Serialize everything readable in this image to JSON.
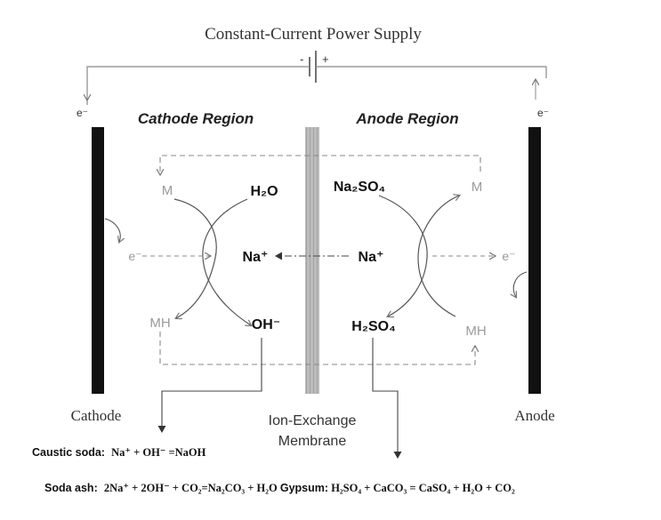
{
  "power_supply": {
    "title": "Constant-Current Power Supply",
    "minus": "-",
    "plus": "+"
  },
  "electron": "e⁻",
  "regions": {
    "cathode": "Cathode Region",
    "anode": "Anode Region"
  },
  "species": {
    "m_left": "M",
    "mh_left": "MH",
    "e_left": "e⁻",
    "m_right": "M",
    "mh_right": "MH",
    "e_right": "e⁻",
    "h2o": "H₂O",
    "oh": "OH⁻",
    "na_left": "Na⁺",
    "na_right": "Na⁺",
    "na2so4": "Na₂SO₄",
    "h2so4": "H₂SO₄"
  },
  "labels": {
    "cathode": "Cathode",
    "anode": "Anode",
    "membrane_line1": "Ion-Exchange",
    "membrane_line2": "Membrane"
  },
  "equations": {
    "caustic_label": "Caustic soda:",
    "caustic_eq": "Na⁺ + OH⁻ =NaOH",
    "soda_label": "Soda ash:",
    "soda_eq": "2Na⁺ + 2OH⁻ + CO₂=Na₂CO₃ + H₂O",
    "gypsum_label": "Gypsum:",
    "gypsum_eq": "H₂SO₄ + CaCO₃ = CaSO₄ + H₂O + CO₂"
  },
  "colors": {
    "electrode": "#111111",
    "wire": "#777777",
    "membrane": "#a8a8a8",
    "gray_text": "#9a9a9a"
  }
}
